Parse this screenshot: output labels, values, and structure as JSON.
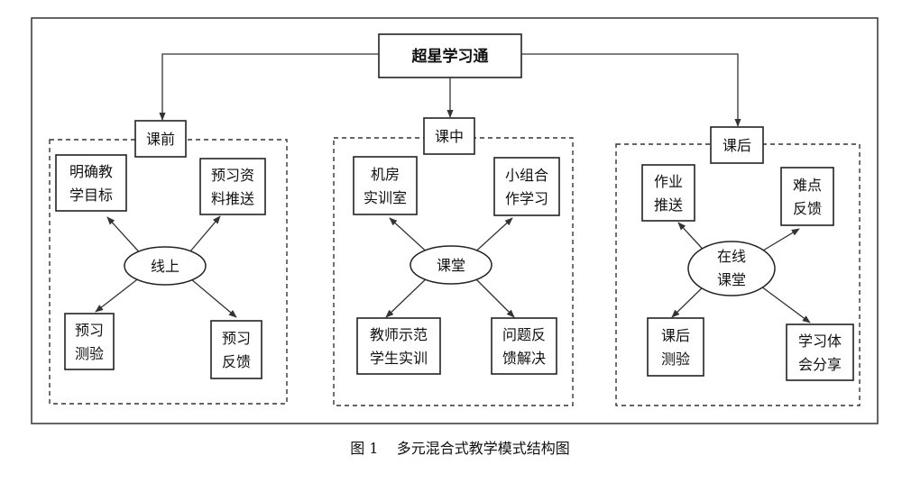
{
  "title": "超星学习通",
  "phases": [
    {
      "label": "课前",
      "center": [
        "线上"
      ],
      "items": [
        [
          "明确教",
          "学目标"
        ],
        [
          "预习资",
          "料推送"
        ],
        [
          "预习",
          "测验"
        ],
        [
          "预习",
          "反馈"
        ]
      ]
    },
    {
      "label": "课中",
      "center": [
        "课堂"
      ],
      "items": [
        [
          "机房",
          "实训室"
        ],
        [
          "小组合",
          "作学习"
        ],
        [
          "教师示范",
          "学生实训"
        ],
        [
          "问题反",
          "馈解决"
        ]
      ]
    },
    {
      "label": "课后",
      "center": [
        "在线",
        "课堂"
      ],
      "items": [
        [
          "作业",
          "推送"
        ],
        [
          "难点",
          "反馈"
        ],
        [
          "课后",
          "测验"
        ],
        [
          "学习体",
          "会分享"
        ]
      ]
    }
  ],
  "caption": "图 1    多元混合式教学模式结构图"
}
